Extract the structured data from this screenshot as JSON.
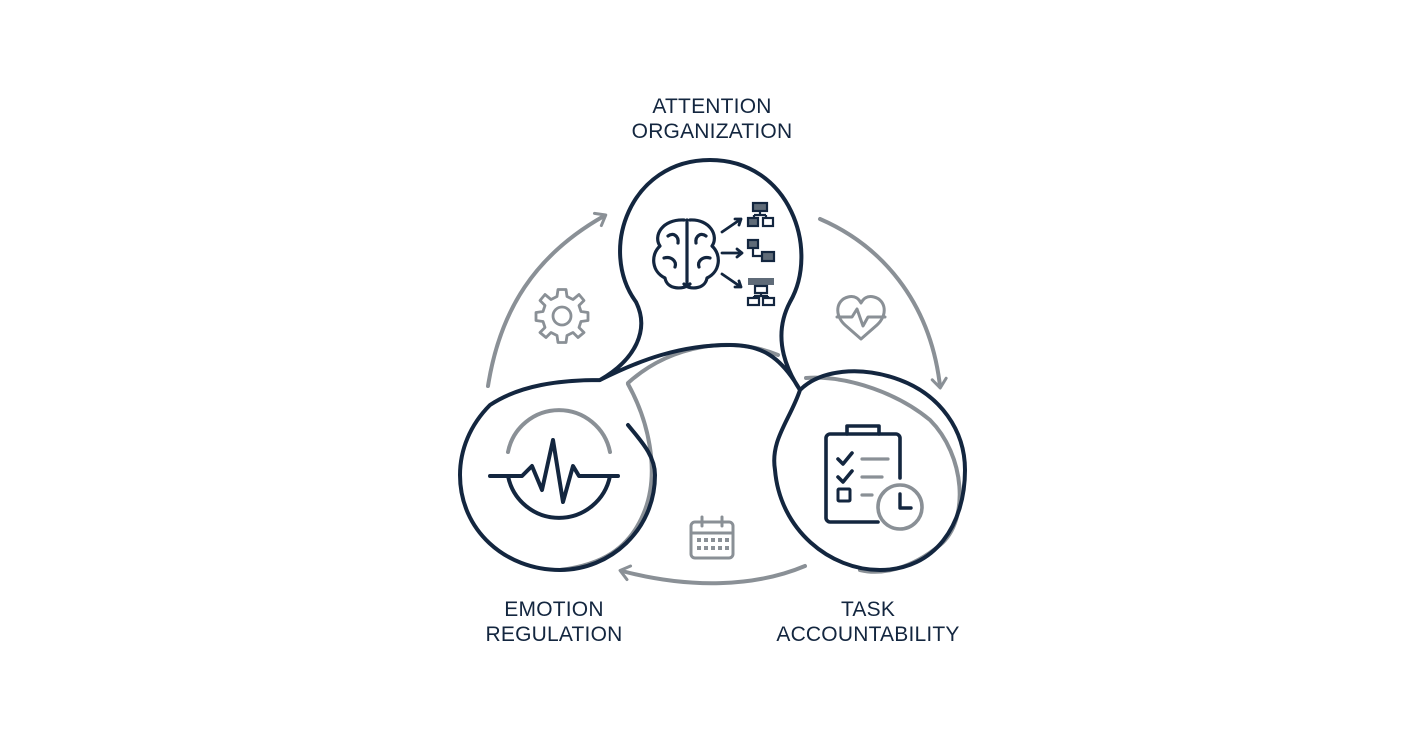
{
  "nodes": {
    "attention": {
      "line1": "ATTENTION",
      "line2": "ORGANIZATION",
      "icon": "brain-flowchart-icon"
    },
    "emotion": {
      "line1": "EMOTION",
      "line2": "REGULATION",
      "icon": "heartbeat-pulse-icon"
    },
    "task": {
      "line1": "TASK",
      "line2": "ACCOUNTABILITY",
      "icon": "clipboard-checklist-clock-icon"
    }
  },
  "cycle_icons": [
    "gear-icon",
    "heart-pulse-icon",
    "calendar-icon"
  ],
  "colors": {
    "primary": "#13263f",
    "secondary": "#8a9096",
    "accent_fill": "#5f6b78"
  }
}
